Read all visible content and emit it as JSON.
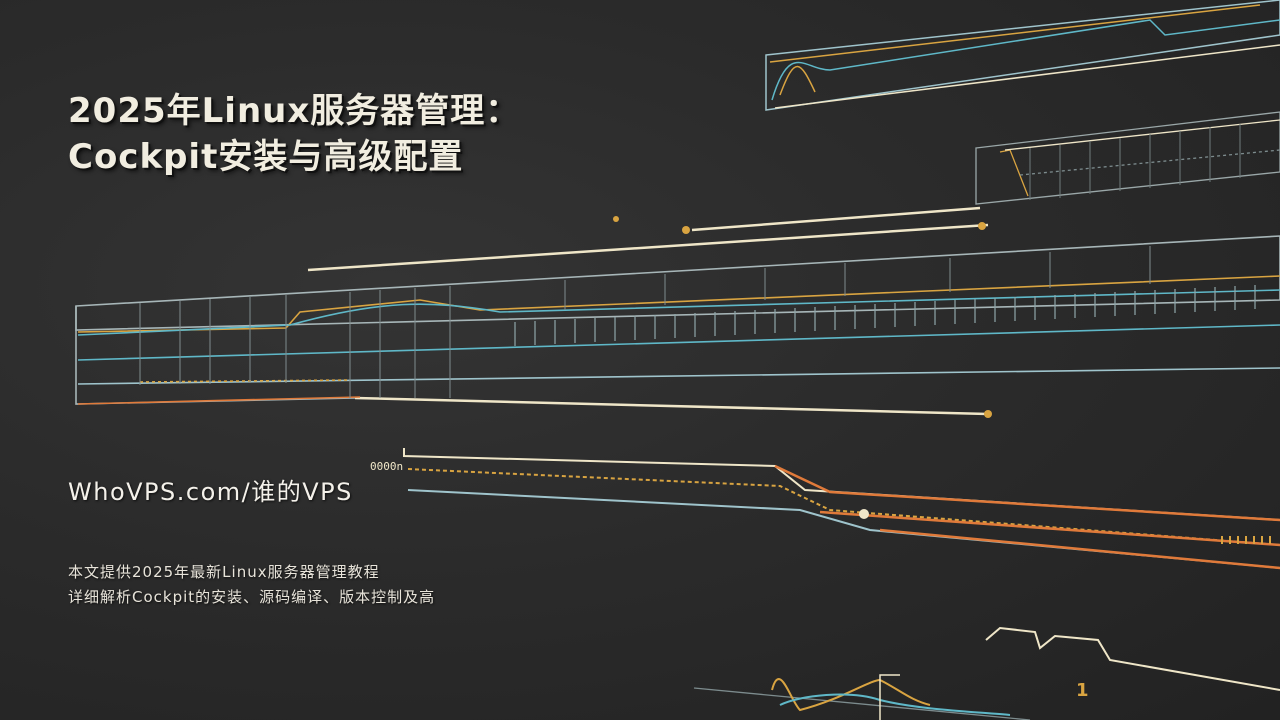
{
  "title": {
    "line1": "2025年Linux服务器管理：",
    "line2": "Cockpit安装与高级配置"
  },
  "site": "WhoVPS.com/谁的VPS",
  "description": {
    "line1": "本文提供2025年最新Linux服务器管理教程",
    "line2": "详细解析Cockpit的安装、源码编译、版本控制及高"
  },
  "art_labels": {
    "small_tag": "0000n",
    "digit": "1"
  },
  "colors": {
    "background": "#2a2a2a",
    "orange": "#e07a3a",
    "gold": "#d9a441",
    "cyan": "#5fb8c8",
    "cream": "#efe6c8"
  }
}
